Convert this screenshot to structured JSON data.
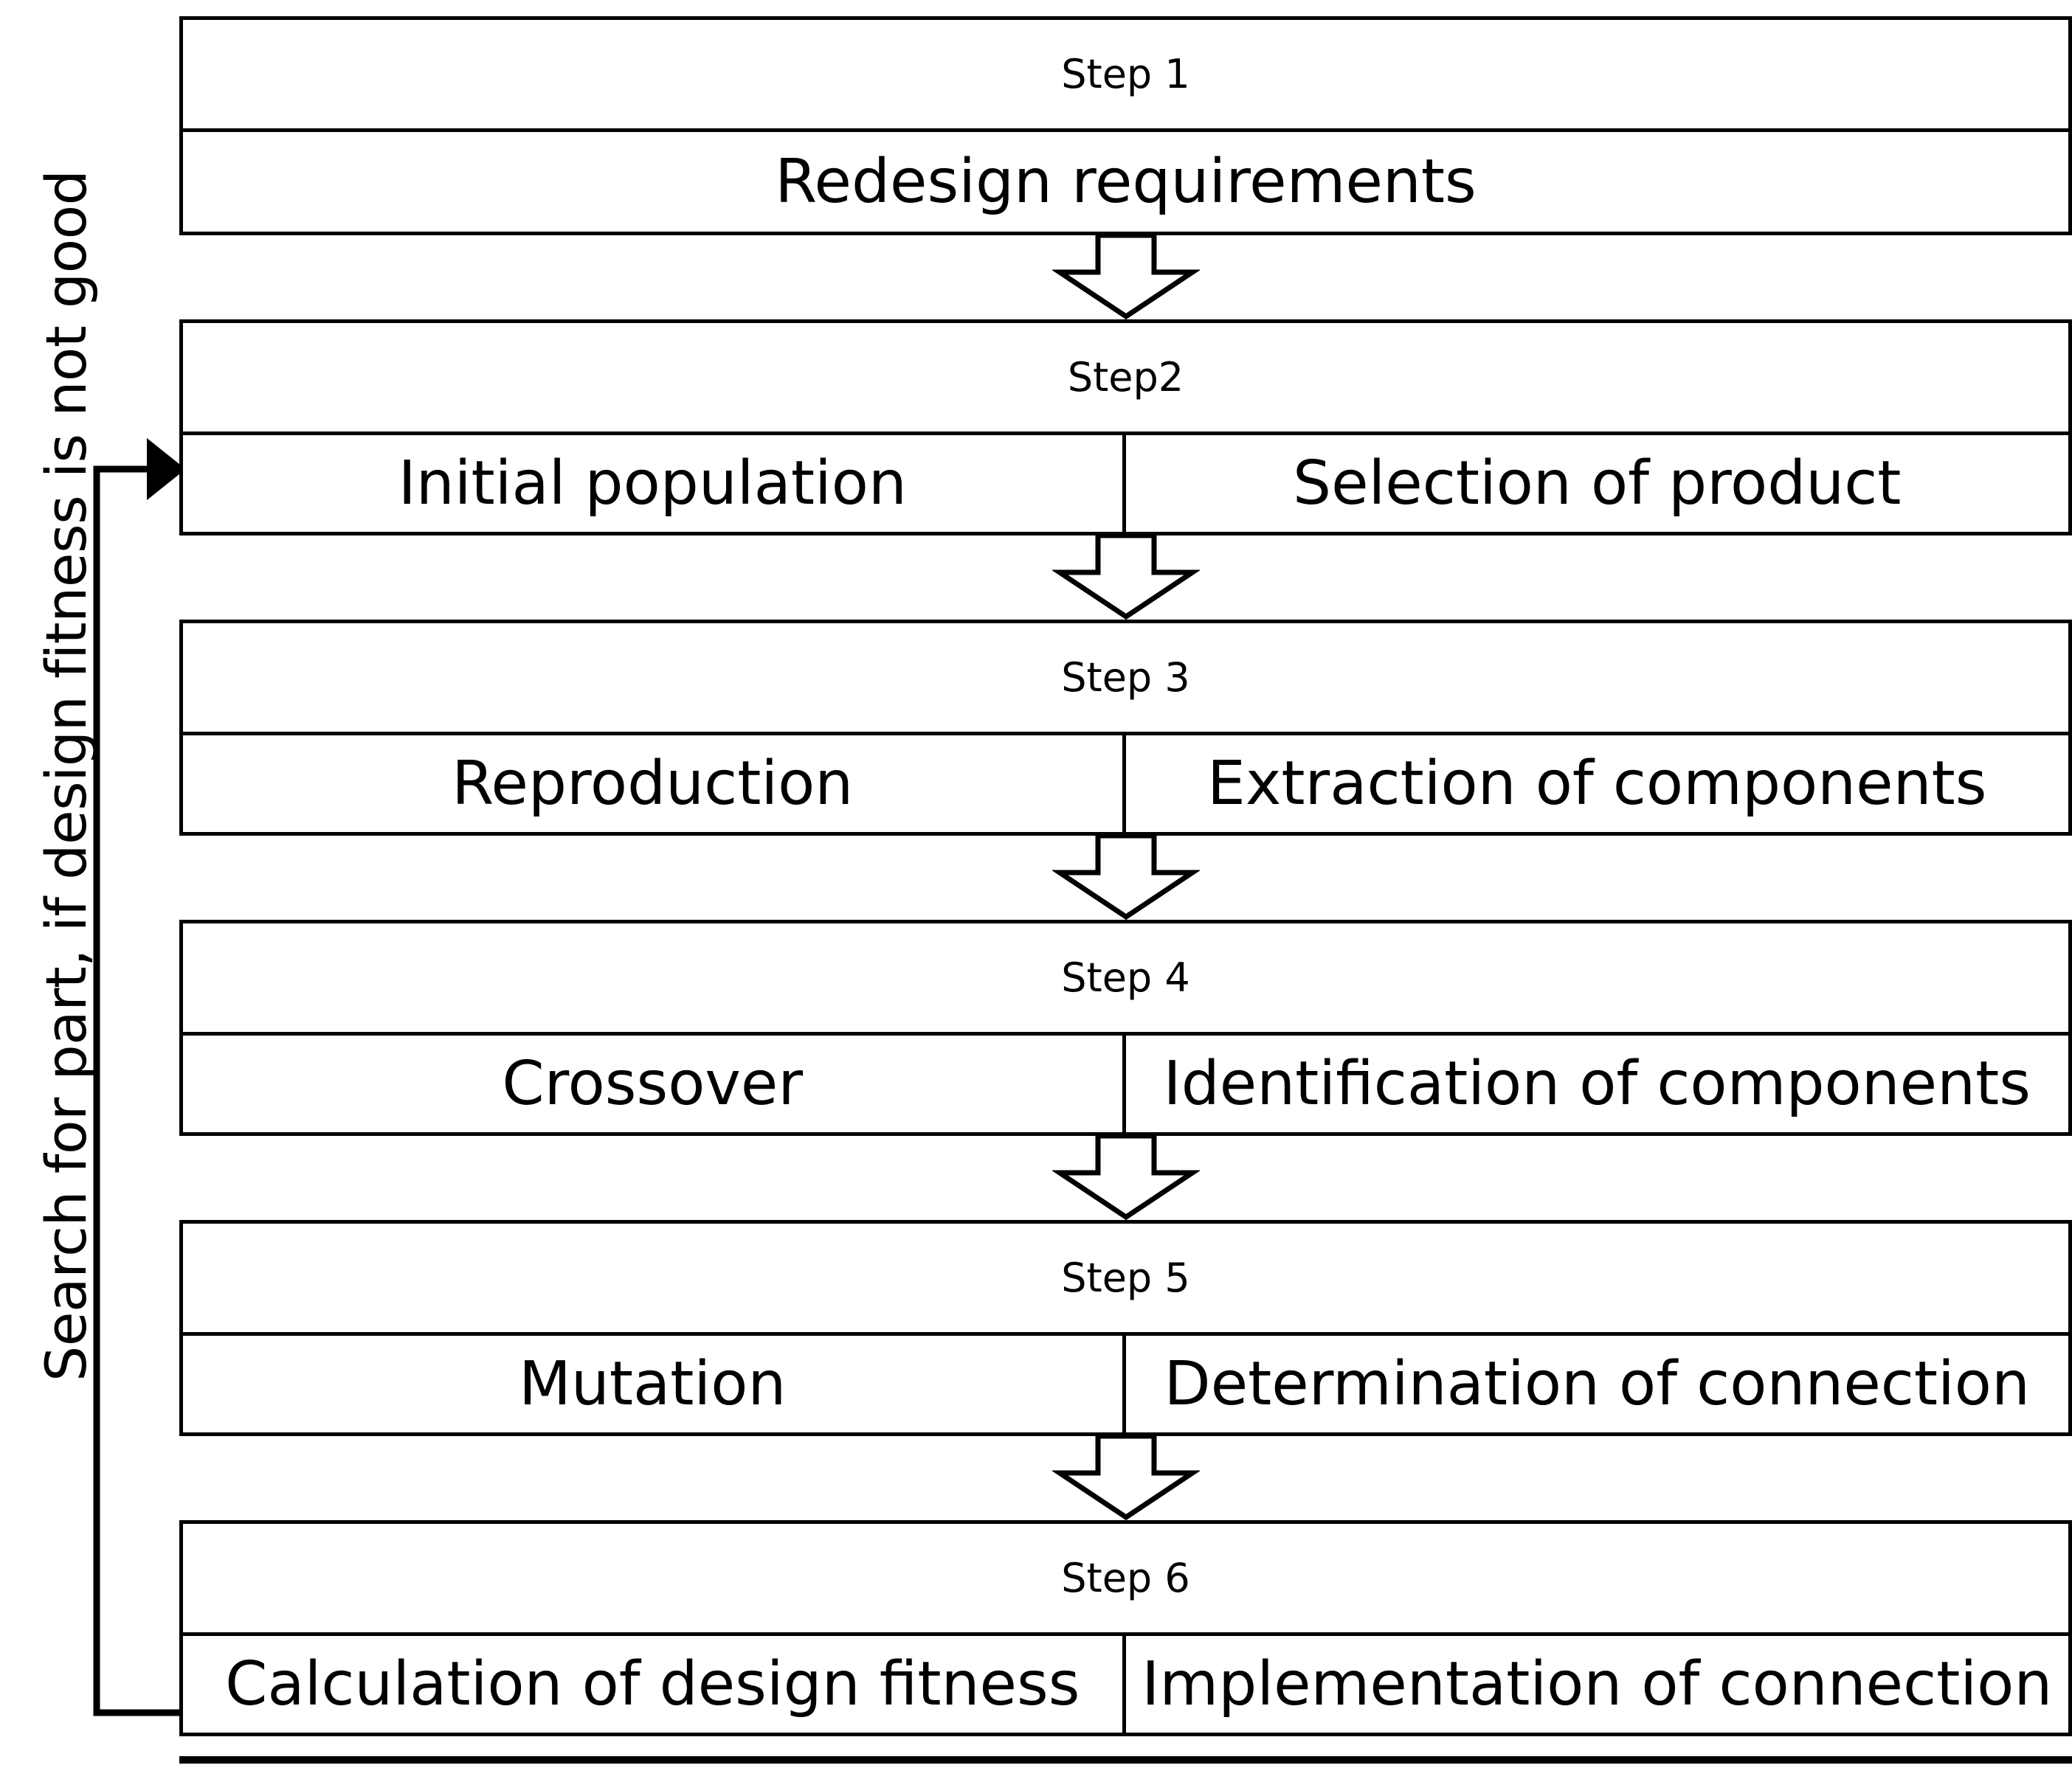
{
  "diagram": {
    "title": "Redesign process flowchart",
    "type": "flowchart",
    "orientation": "top-to-bottom",
    "stroke_color": "#000000",
    "background_color": "#ffffff",
    "feedback_loop": {
      "label": "Search for part, if design fitness is not good",
      "from_step": "Step 6",
      "from_cell": "Calculation of design fitness",
      "to_step": "Step2",
      "to_cell": "Initial population",
      "arrow_direction": "right"
    },
    "steps": [
      {
        "label": "Step 1",
        "columns": 1,
        "cells": [
          {
            "text": "Redesign requirements"
          }
        ]
      },
      {
        "label": "Step2",
        "columns": 2,
        "cells": [
          {
            "text": "Initial population"
          },
          {
            "text": "Selection of product"
          }
        ]
      },
      {
        "label": "Step 3",
        "columns": 2,
        "cells": [
          {
            "text": "Reproduction"
          },
          {
            "text": "Extraction of components"
          }
        ]
      },
      {
        "label": "Step 4",
        "columns": 2,
        "cells": [
          {
            "text": "Crossover"
          },
          {
            "text": "Identification of components"
          }
        ]
      },
      {
        "label": "Step 5",
        "columns": 2,
        "cells": [
          {
            "text": "Mutation"
          },
          {
            "text": "Determination of connection"
          }
        ]
      },
      {
        "label": "Step 6",
        "columns": 2,
        "cells": [
          {
            "text": "Calculation of design fitness"
          },
          {
            "text": "Implementation of connection"
          }
        ]
      }
    ],
    "connector_icon": "down-block-arrow-icon"
  }
}
